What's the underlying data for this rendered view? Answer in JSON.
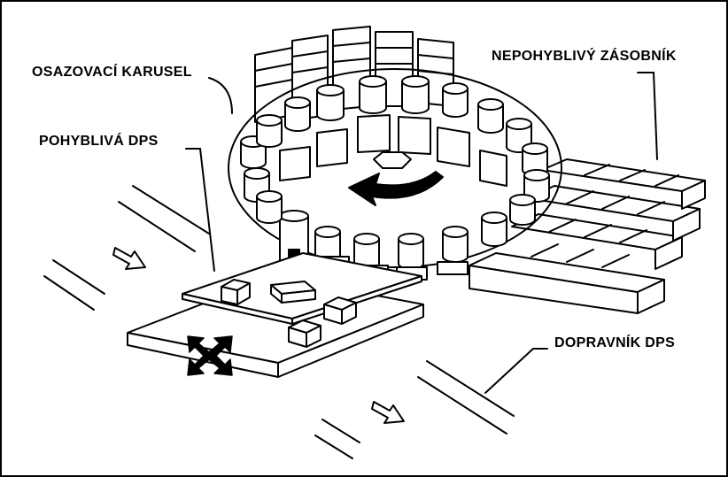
{
  "labels": {
    "carousel": "OSAZOVACÍ KARUSEL",
    "feeder": "NEPOHYBLIVÝ ZÁSOBNÍK",
    "pcb": "POHYBLIVÁ DPS",
    "conveyor": "DOPRAVNÍK DPS"
  }
}
